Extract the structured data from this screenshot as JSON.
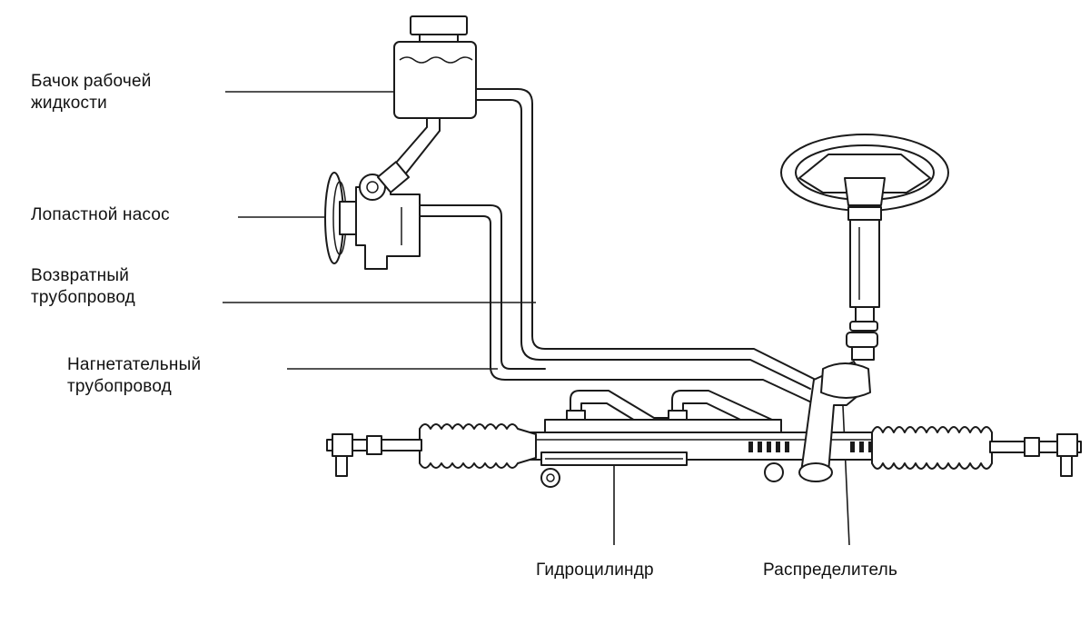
{
  "labels": {
    "reservoir": [
      "Бачок рабочей",
      "жидкости"
    ],
    "pump": [
      "Лопастной насос"
    ],
    "return_line": [
      "Возвратный",
      "трубопровод"
    ],
    "pressure_line": [
      "Нагнетательный",
      "трубопровод"
    ],
    "cylinder": [
      "Гидроцилиндр"
    ],
    "valve": [
      "Распределитель"
    ]
  }
}
